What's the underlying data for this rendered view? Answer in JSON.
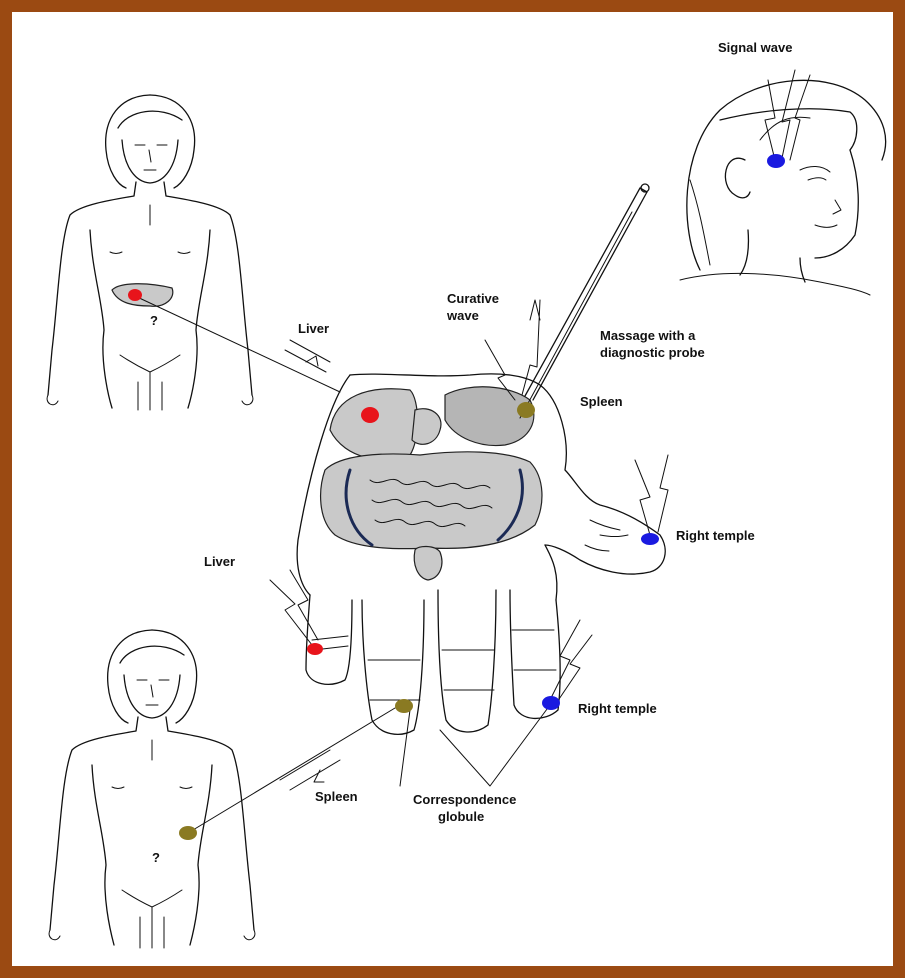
{
  "labels": {
    "signal_wave": "Signal wave",
    "curative_wave_1": "Curative",
    "curative_wave_2": "wave",
    "massage_1": "Massage with a",
    "massage_2": "diagnostic probe",
    "liver_top": "Liver",
    "spleen_top": "Spleen",
    "right_temple_thumb": "Right temple",
    "liver_finger": "Liver",
    "right_temple_little": "Right temple",
    "spleen_bottom": "Spleen",
    "correspondence_1": "Correspondence",
    "correspondence_2": "globule",
    "navel_top": "?",
    "navel_bottom": "?"
  },
  "colors": {
    "frame": "#9b4a12",
    "liver_point": "#e8141b",
    "temple_point": "#1a1ae0",
    "spleen_point": "#8a7a22"
  }
}
